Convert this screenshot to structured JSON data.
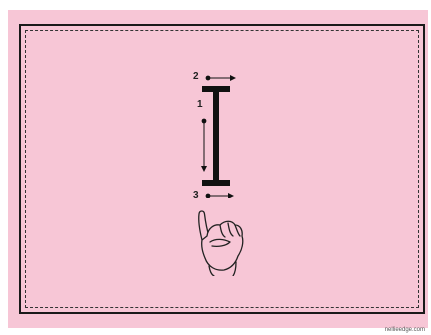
{
  "steps": [
    {
      "num": "2"
    },
    {
      "num": "1"
    },
    {
      "num": "3"
    }
  ],
  "watermark": "nellieedge.com",
  "colors": {
    "card": "#f7c6d6",
    "ink": "#111111"
  },
  "icons": {
    "letter": "letter-i-stroke-diagram",
    "hand": "sign-language-i-hand-icon"
  }
}
